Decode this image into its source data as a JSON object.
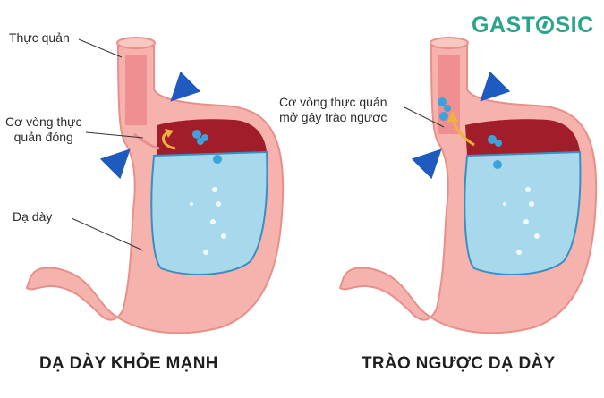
{
  "brand": {
    "left": "GAST",
    "right": "SIC",
    "color": "#2aa58b"
  },
  "healthy": {
    "labels": {
      "esophagus": "Thực quản",
      "sphincter_line1": "Cơ vòng thực",
      "sphincter_line2": "quản đóng",
      "stomach": "Dạ dày"
    },
    "caption": "DẠ DÀY KHỎE MẠNH"
  },
  "reflux": {
    "labels": {
      "sphincter_line1": "Cơ vòng thực quản",
      "sphincter_line2": "mở gây trào ngược"
    },
    "caption": "TRÀO NGƯỢC DẠ DÀY"
  },
  "colors": {
    "stomach_wall": "#f6b3ae",
    "stomach_edge": "#e98f8a",
    "acid": "#a8d8ec",
    "acid_edge": "#3a8fc0",
    "air": "#a21d2a",
    "arrow": "#1f5bbf",
    "reflux_arrow": "#f0b23a",
    "bubble": "#3da2dc"
  },
  "icons": [
    "pressure-arrow-icon",
    "bubble-icon",
    "reflux-arrow-icon"
  ]
}
